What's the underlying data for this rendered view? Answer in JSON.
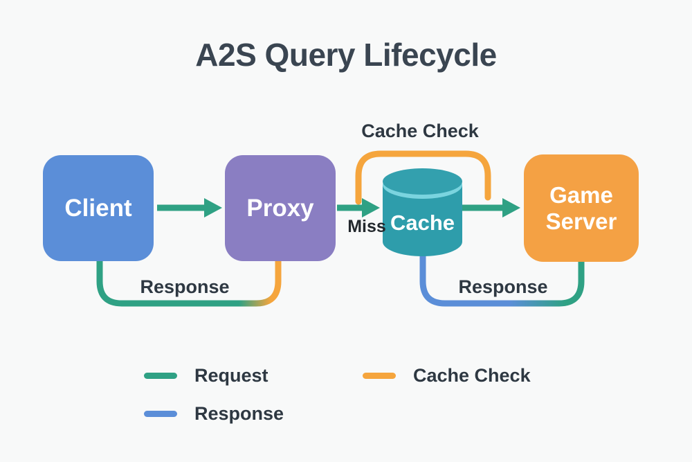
{
  "title": "A2S Query Lifecycle",
  "nodes": {
    "client": {
      "label": "Client",
      "color": "#5B8ED8"
    },
    "proxy": {
      "label": "Proxy",
      "color": "#8A7EC2"
    },
    "cache": {
      "label": "Cache",
      "color": "#2E9DAB",
      "top_color": "#33A0AE",
      "rim_color": "#7AD4DF"
    },
    "game_server": {
      "label": "Game Server",
      "color": "#F4A144"
    }
  },
  "edges": {
    "request_color": "#2FA184",
    "response_color": "#5B8ED8",
    "cache_check_color": "#F5A53D",
    "cache_check_label": "Cache Check",
    "miss_label": "Miss",
    "response_left_label": "Response",
    "response_right_label": "Response"
  },
  "legend": {
    "items": [
      {
        "label": "Request",
        "color": "#2FA184"
      },
      {
        "label": "Response",
        "color": "#5B8ED8"
      },
      {
        "label": "Cache Check",
        "color": "#F5A53D"
      }
    ]
  },
  "colors": {
    "background": "#F8F9F9",
    "heading_text": "#3A4551",
    "label_text": "#2E3842"
  }
}
